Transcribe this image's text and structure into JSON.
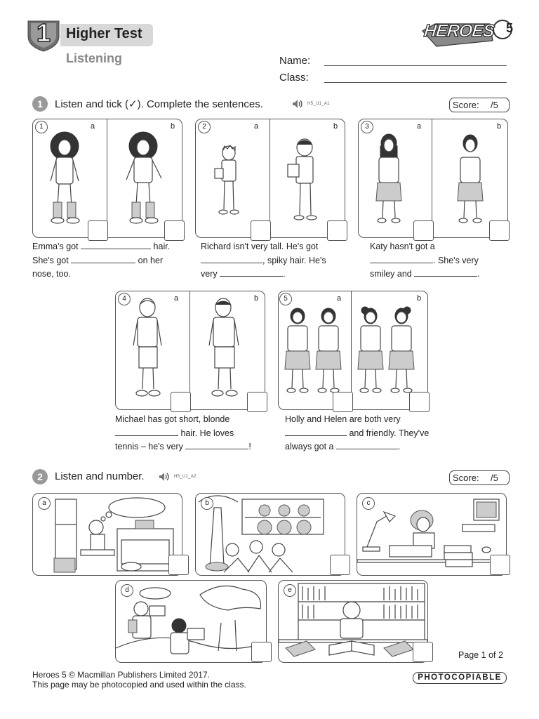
{
  "header": {
    "unit_number": "1",
    "title": "Higher Test",
    "subtitle": "Listening",
    "logo_text": "HEROES",
    "logo_level": "5",
    "name_label": "Name:",
    "class_label": "Class:"
  },
  "section1": {
    "number": "1",
    "instruction": "Listen and tick (✓). Complete the sentences.",
    "audio_code": "H5_U1_A1",
    "score_label": "Score:",
    "score_total": "/5",
    "items": [
      {
        "number": "1",
        "a": "a",
        "b": "b",
        "lines": [
          [
            "Emma's got ",
            " hair."
          ],
          [
            "She's got ",
            " on her"
          ],
          [
            "nose, too."
          ]
        ],
        "figures": "girl-curly-hair"
      },
      {
        "number": "2",
        "a": "a",
        "b": "b",
        "lines": [
          [
            "Richard isn't very tall. He's got"
          ],
          [
            "",
            ", spiky hair. He's"
          ],
          [
            "very ",
            "."
          ]
        ],
        "figures": "boy-spiky-hair"
      },
      {
        "number": "3",
        "a": "a",
        "b": "b",
        "lines": [
          [
            "Katy hasn't got a"
          ],
          [
            "",
            ". She's very"
          ],
          [
            "smiley and ",
            "."
          ]
        ],
        "figures": "girl-uniform"
      },
      {
        "number": "4",
        "a": "a",
        "b": "b",
        "lines": [
          [
            "Michael has got short, blonde"
          ],
          [
            "",
            " hair. He loves"
          ],
          [
            "tennis – he's very ",
            "!"
          ]
        ],
        "figures": "boy-tennis"
      },
      {
        "number": "5",
        "a": "a",
        "b": "b",
        "lines": [
          [
            "Holly and Helen are both very"
          ],
          [
            "",
            " and friendly. They've"
          ],
          [
            "always got a ",
            "."
          ]
        ],
        "figures": "twin-girls"
      }
    ]
  },
  "section2": {
    "number": "2",
    "instruction": "Listen and number.",
    "audio_code": "H5_U1_A2",
    "score_label": "Score:",
    "score_total": "/5",
    "pictures": [
      {
        "letter": "a",
        "scene": "kitchen-cooking"
      },
      {
        "letter": "b",
        "scene": "boys-outdoor-reading"
      },
      {
        "letter": "c",
        "scene": "girl-desk-computer"
      },
      {
        "letter": "d",
        "scene": "children-park-photo"
      },
      {
        "letter": "e",
        "scene": "boy-library"
      }
    ]
  },
  "footer": {
    "page": "Page 1 of 2",
    "copyright_line1": "Heroes 5 © Macmillan Publishers Limited 2017.",
    "copyright_line2": "This page may be photocopied and used within the class.",
    "photocopiable": "PHOTOCOPIABLE"
  }
}
